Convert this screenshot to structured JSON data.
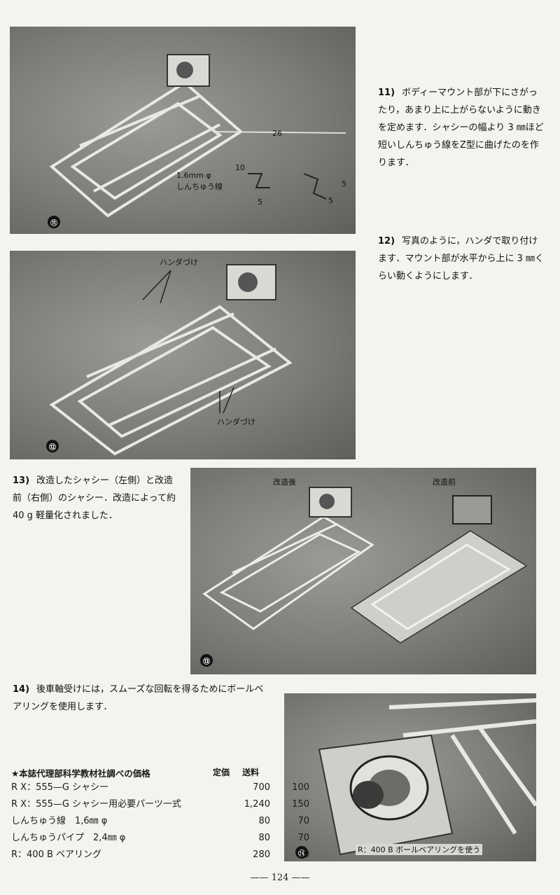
{
  "figures": {
    "f11": {
      "number": "⑪",
      "labels": {
        "dim26": "26",
        "dim10": "10",
        "dim5a": "5",
        "dim5b": "5",
        "dim5c": "5",
        "wire": "1.6mm φ\nしんちゅう線"
      }
    },
    "f12": {
      "number": "⑫",
      "labels": {
        "solder_top": "ハンダづけ",
        "solder_bottom": "ハンダづけ"
      }
    },
    "f13": {
      "number": "⑬",
      "labels": {
        "after": "改造後",
        "before": "改造前"
      }
    },
    "f14": {
      "number": "⑭",
      "caption": "R：400 B ボールベアリングを使う"
    }
  },
  "steps": {
    "s11": {
      "num": "11)",
      "text": "ボディーマウント部が下にさがったり，あまり上に上がらないように動きを定めます．シャシーの幅より 3 ㎜ほど短いしんちゅう線をZ型に曲げたのを作ります．"
    },
    "s12": {
      "num": "12)",
      "text": "写真のように，ハンダで取り付けます．マウント部が水平から上に 3 ㎜くらい動くようにします．"
    },
    "s13": {
      "num": "13)",
      "text": "改造したシャシー（左側）と改造前（右側）のシャシー．改造によって約40 g 軽量化されました．"
    },
    "s14": {
      "num": "14)",
      "text": "後車軸受けには，スムーズな回転を得るためにボールベアリングを使用します．"
    }
  },
  "price_list": {
    "title": "★本誌代理部科学教材社調べの価格",
    "col_price": "定価",
    "col_shipping": "送料",
    "rows": [
      {
        "name": "R X：555—G シャシー",
        "price": "700",
        "shipping": "100"
      },
      {
        "name": "R X：555—G シャシー用必要パーツ一式",
        "price": "1,240",
        "shipping": "150"
      },
      {
        "name": "しんちゅう線　1,6㎜ φ",
        "price": "80",
        "shipping": "70"
      },
      {
        "name": "しんちゅうパイプ　2,4㎜ φ",
        "price": "80",
        "shipping": "70"
      },
      {
        "name": "R：400 B ベアリング",
        "price": "280",
        "shipping": "30"
      }
    ]
  },
  "page_number": "—— 124 ——"
}
